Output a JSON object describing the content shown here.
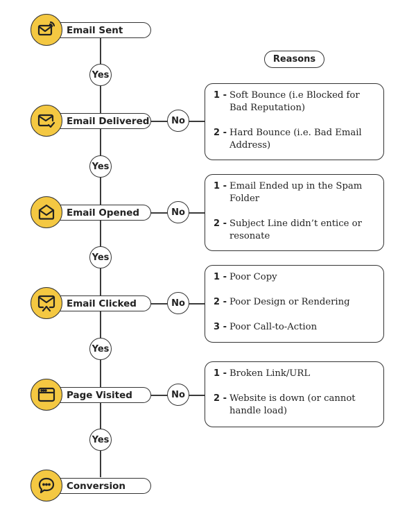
{
  "diagram": {
    "reasons_header": "Reasons",
    "colors": {
      "accent": "#f4c842",
      "stroke": "#333333"
    },
    "steps": [
      {
        "label": "Email Sent",
        "icon": "email-sending-icon"
      },
      {
        "label": "Email Delivered",
        "icon": "email-check-icon"
      },
      {
        "label": "Email Opened",
        "icon": "email-open-icon"
      },
      {
        "label": "Email Clicked",
        "icon": "email-click-icon"
      },
      {
        "label": "Page Visited",
        "icon": "browser-window-icon"
      },
      {
        "label": "Conversion",
        "icon": "chat-bubble-icon"
      }
    ],
    "yes_label": "Yes",
    "no_label": "No",
    "yes_connectors": [
      "Yes",
      "Yes",
      "Yes",
      "Yes",
      "Yes"
    ],
    "no_connectors": [
      "No",
      "No",
      "No",
      "No"
    ],
    "reasons": [
      {
        "items": [
          {
            "num": "1 -",
            "text": "Soft Bounce (i.e Blocked for Bad Reputation)"
          },
          {
            "num": "2 -",
            "text": "Hard Bounce (i.e. Bad Email Address)"
          }
        ]
      },
      {
        "items": [
          {
            "num": "1 -",
            "text": "Email Ended up in the Spam Folder"
          },
          {
            "num": "2 -",
            "text": "Subject Line didn’t entice or resonate"
          }
        ]
      },
      {
        "items": [
          {
            "num": "1 -",
            "text": "Poor Copy"
          },
          {
            "num": "2 -",
            "text": "Poor Design or Rendering"
          },
          {
            "num": "3 -",
            "text": "Poor Call-to-Action"
          }
        ]
      },
      {
        "items": [
          {
            "num": "1 -",
            "text": "Broken Link/URL"
          },
          {
            "num": "2 -",
            "text": "Website is down (or cannot handle load)"
          }
        ]
      }
    ]
  }
}
